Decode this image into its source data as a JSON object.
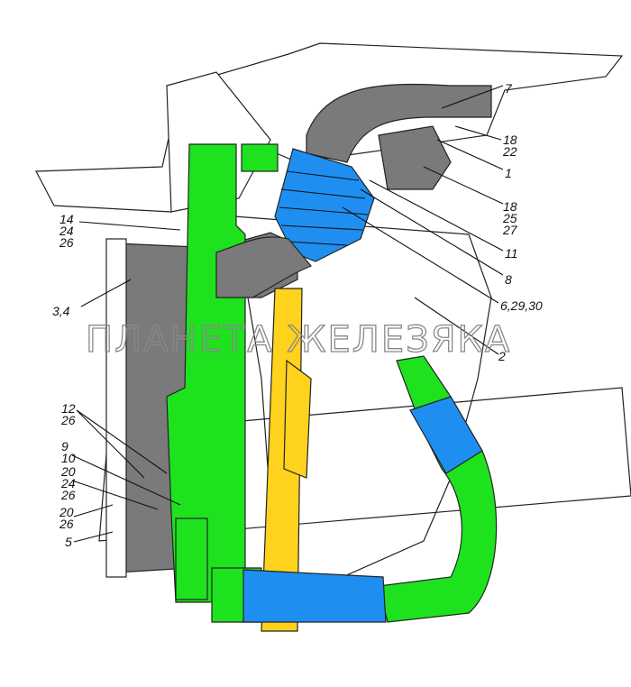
{
  "diagram": {
    "watermark": "ПЛАНЕТА ЖЕЛЕЗЯКА",
    "colors": {
      "duct_gray": "#7a7a7a",
      "radiator_green": "#1ee21e",
      "hose_blue": "#1e8ff0",
      "fan_yellow": "#ffd21e"
    },
    "callouts": [
      {
        "id": "c7",
        "lines": [
          "7"
        ]
      },
      {
        "id": "c18-22",
        "lines": [
          "18",
          "22"
        ]
      },
      {
        "id": "c1",
        "lines": [
          "1"
        ]
      },
      {
        "id": "c18-25-27",
        "lines": [
          "18",
          "25",
          "27"
        ]
      },
      {
        "id": "c11",
        "lines": [
          "11"
        ]
      },
      {
        "id": "c8",
        "lines": [
          "8"
        ]
      },
      {
        "id": "c6-29-30",
        "lines": [
          "6,29,30"
        ]
      },
      {
        "id": "c2",
        "lines": [
          "2"
        ]
      },
      {
        "id": "c14-24-26",
        "lines": [
          "14",
          "24",
          "26"
        ]
      },
      {
        "id": "c3-4",
        "lines": [
          "3,4"
        ]
      },
      {
        "id": "c12-26",
        "lines": [
          "12",
          "26"
        ]
      },
      {
        "id": "c9-10",
        "lines": [
          "9",
          "10"
        ]
      },
      {
        "id": "c20-24-26",
        "lines": [
          "20",
          "24",
          "26"
        ]
      },
      {
        "id": "c20-26",
        "lines": [
          "20",
          "26"
        ]
      },
      {
        "id": "c5",
        "lines": [
          "5"
        ]
      }
    ]
  }
}
